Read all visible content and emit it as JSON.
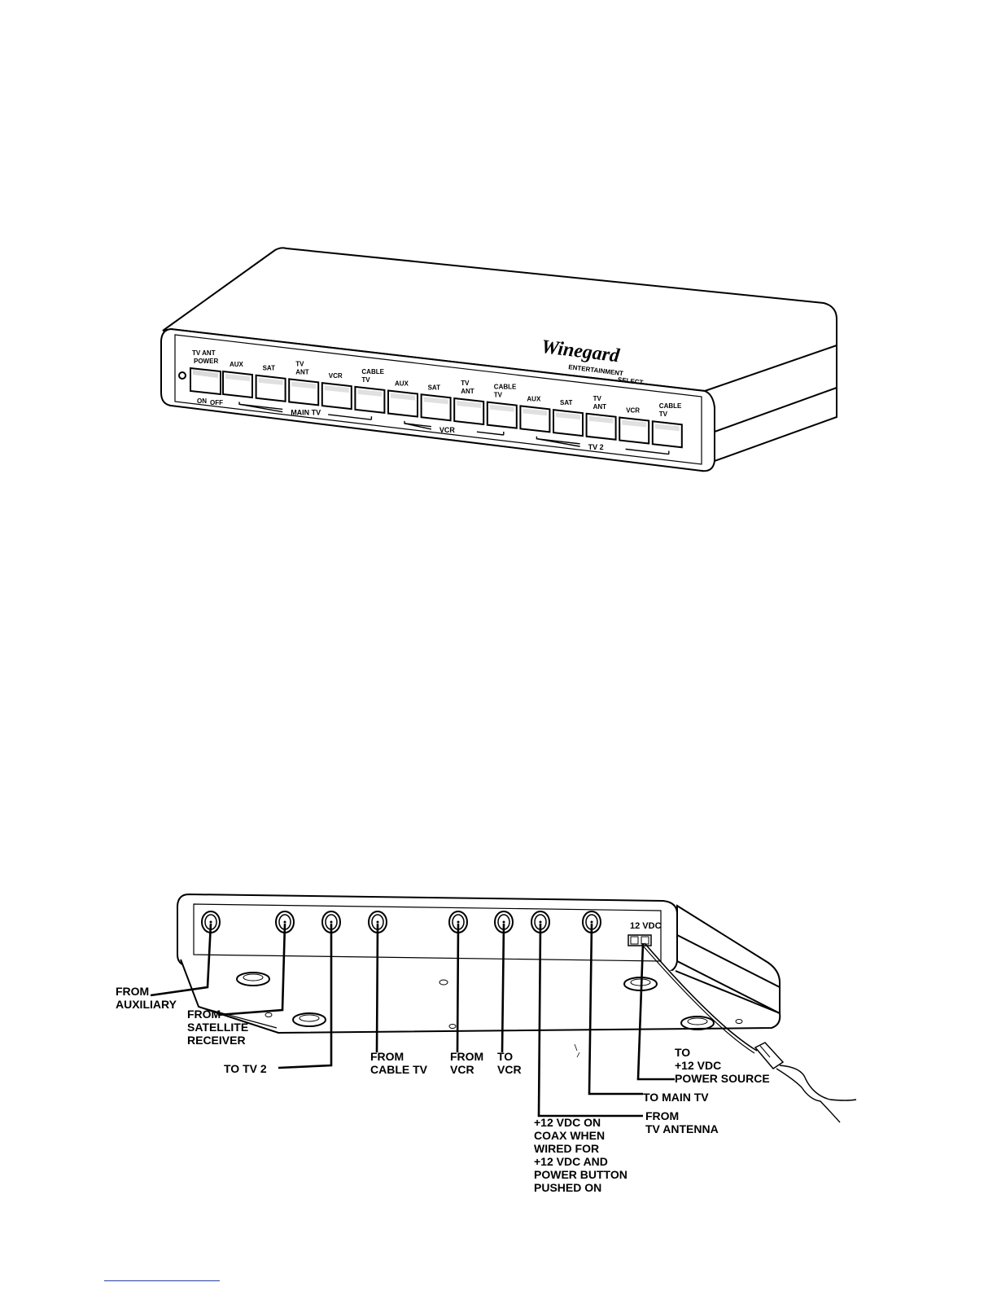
{
  "front_view": {
    "brand": "Winegard",
    "brand_sub_1": "ENTERTAINMENT",
    "brand_sub_2": "SELECT",
    "power_button": {
      "label_1": "TV ANT",
      "label_2": "POWER",
      "on": "ON",
      "off": "OFF"
    },
    "groups": [
      {
        "name": "MAIN TV",
        "buttons": [
          {
            "l1": "",
            "l2": "AUX"
          },
          {
            "l1": "",
            "l2": "SAT"
          },
          {
            "l1": "TV",
            "l2": "ANT"
          },
          {
            "l1": "",
            "l2": "VCR"
          },
          {
            "l1": "CABLE",
            "l2": "TV"
          }
        ]
      },
      {
        "name": "VCR",
        "buttons": [
          {
            "l1": "",
            "l2": "AUX"
          },
          {
            "l1": "",
            "l2": "SAT"
          },
          {
            "l1": "TV",
            "l2": "ANT"
          },
          {
            "l1": "CABLE",
            "l2": "TV"
          }
        ]
      },
      {
        "name": "TV 2",
        "buttons": [
          {
            "l1": "",
            "l2": "AUX"
          },
          {
            "l1": "",
            "l2": "SAT"
          },
          {
            "l1": "TV",
            "l2": "ANT"
          },
          {
            "l1": "",
            "l2": "VCR"
          },
          {
            "l1": "CABLE",
            "l2": "TV"
          }
        ]
      }
    ]
  },
  "rear_view": {
    "power_jack_label": "12 VDC",
    "callouts": [
      {
        "lines": [
          "FROM",
          "AUXILIARY"
        ]
      },
      {
        "lines": [
          "FROM",
          "SATELLITE",
          "RECEIVER"
        ]
      },
      {
        "lines": [
          "TO TV 2"
        ]
      },
      {
        "lines": [
          "FROM",
          "CABLE TV"
        ]
      },
      {
        "lines": [
          "FROM",
          "VCR"
        ]
      },
      {
        "lines": [
          "TO",
          "VCR"
        ]
      },
      {
        "lines": [
          "+12 VDC ON",
          "COAX WHEN",
          "WIRED FOR",
          "+12 VDC AND",
          "POWER BUTTON",
          "PUSHED ON"
        ]
      },
      {
        "lines": [
          "TO MAIN TV"
        ]
      },
      {
        "lines": [
          "FROM",
          "TV ANTENNA"
        ]
      },
      {
        "lines": [
          "TO",
          "+12 VDC",
          "POWER SOURCE"
        ]
      }
    ]
  }
}
